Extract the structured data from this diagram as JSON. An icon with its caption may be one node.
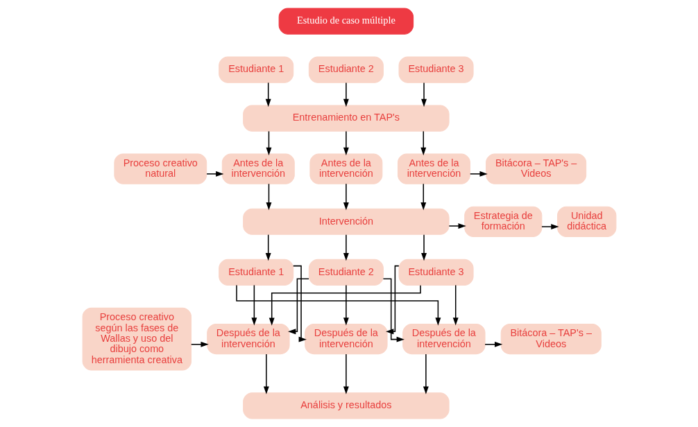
{
  "diagram": {
    "nodes": [
      {
        "text": [
          "Estudio de caso múltiple"
        ]
      },
      {
        "text": [
          "Estudiante 1"
        ]
      },
      {
        "text": [
          "Estudiante 2"
        ]
      },
      {
        "text": [
          "Estudiante 3"
        ]
      },
      {
        "text": [
          "Entrenamiento en TAP's"
        ]
      },
      {
        "text": [
          "Proceso creativo natural"
        ]
      },
      {
        "text": [
          "Antes de la intervención"
        ]
      },
      {
        "text": [
          "Antes de la intervención"
        ]
      },
      {
        "text": [
          "Antes de la intervención"
        ]
      },
      {
        "text": [
          "Bitácora – TAP's – Videos"
        ]
      },
      {
        "text": [
          "Intervención"
        ]
      },
      {
        "text": [
          "Estrategia de formación"
        ]
      },
      {
        "text": [
          "Unidad didáctica"
        ]
      },
      {
        "text": [
          "Estudiante 1"
        ]
      },
      {
        "text": [
          "Estudiante 2"
        ]
      },
      {
        "text": [
          "Estudiante 3"
        ]
      },
      {
        "text": [
          "Proceso creativo según las fases de Wallas y uso del dibujo como herramienta creativa"
        ]
      },
      {
        "text": [
          "Después de la intervención"
        ]
      },
      {
        "text": [
          "Después de la intervención"
        ]
      },
      {
        "text": [
          "Después de la intervención"
        ]
      },
      {
        "text": [
          "Bitácora – TAP's – Videos"
        ]
      },
      {
        "text": [
          "Análisis y resultados"
        ]
      }
    ],
    "edges": [
      {
        "from": 1,
        "to": 4,
        "arrow": "to"
      },
      {
        "from": 2,
        "to": 4,
        "arrow": "to"
      },
      {
        "from": 3,
        "to": 4,
        "arrow": "to"
      },
      {
        "from": 4,
        "to": 6,
        "arrow": "to"
      },
      {
        "from": 4,
        "to": 7,
        "arrow": "to"
      },
      {
        "from": 4,
        "to": 8,
        "arrow": "to"
      },
      {
        "from": 5,
        "to": 6,
        "arrow": "to"
      },
      {
        "from": 8,
        "to": 9,
        "arrow": "to"
      },
      {
        "from": 6,
        "to": 10,
        "arrow": "to"
      },
      {
        "from": 7,
        "to": 10,
        "arrow": "to"
      },
      {
        "from": 8,
        "to": 10,
        "arrow": "to"
      },
      {
        "from": 10,
        "to": 11,
        "arrow": "to"
      },
      {
        "from": 11,
        "to": 12,
        "arrow": "to"
      },
      {
        "from": 10,
        "to": 13,
        "arrow": "to"
      },
      {
        "from": 10,
        "to": 14,
        "arrow": "to"
      },
      {
        "from": 10,
        "to": 15,
        "arrow": "to"
      },
      {
        "from": 13,
        "to": 17,
        "arrow": "to"
      },
      {
        "from": 13,
        "to": 18,
        "arrow": "to"
      },
      {
        "from": 13,
        "to": 19,
        "arrow": "to"
      },
      {
        "from": 14,
        "to": 17,
        "arrow": "to"
      },
      {
        "from": 14,
        "to": 18,
        "arrow": "to"
      },
      {
        "from": 14,
        "to": 19,
        "arrow": "to"
      },
      {
        "from": 15,
        "to": 17,
        "arrow": "to"
      },
      {
        "from": 15,
        "to": 18,
        "arrow": "to"
      },
      {
        "from": 15,
        "to": 19,
        "arrow": "to"
      },
      {
        "from": 16,
        "to": 17,
        "arrow": "to"
      },
      {
        "from": 19,
        "to": 20,
        "arrow": "to"
      },
      {
        "from": 17,
        "to": 21,
        "arrow": "to"
      },
      {
        "from": 18,
        "to": 21,
        "arrow": "to"
      },
      {
        "from": 19,
        "to": 21,
        "arrow": "to"
      }
    ]
  }
}
